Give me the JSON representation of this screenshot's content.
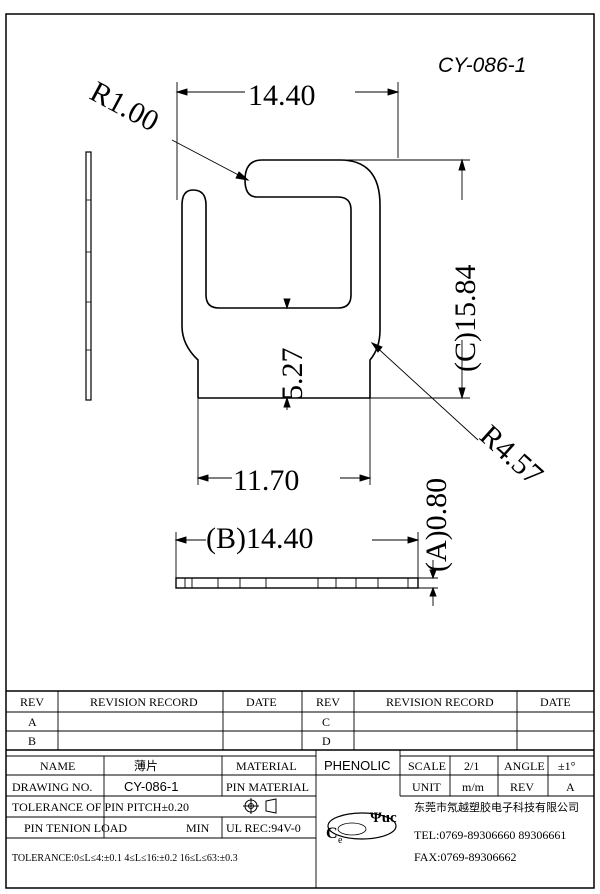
{
  "drawing": {
    "code": "CY-086-1",
    "dims": {
      "width_top": "14.40",
      "corner_radius": "R1.00",
      "height_c": "(C)15.84",
      "inner_height": "5.27",
      "neck_width": "11.70",
      "outer_radius": "R4.57",
      "thickness_a": "(A)0.80",
      "width_b": "(B)14.40"
    }
  },
  "revision_table": {
    "headers": {
      "rev": "REV",
      "record": "REVISION RECORD",
      "date": "DATE"
    },
    "rows": [
      "A",
      "B",
      "C",
      "D"
    ]
  },
  "title_block": {
    "name_label": "NAME",
    "name_value": "薄片",
    "material_label": "MATERIAL",
    "material_value": "PHENOLIC",
    "scale_label": "SCALE",
    "scale_value": "2/1",
    "angle_label": "ANGLE",
    "angle_value": "±1°",
    "drawing_no_label": "DRAWING NO.",
    "drawing_no_value": "CY-086-1",
    "pin_material_label": "PIN MATERIAL",
    "unit_label": "UNIT",
    "unit_value": "m/m",
    "rev_label": "REV",
    "rev_value": "A",
    "tol_pin_pitch": "TOLERANCE OF PIN PITCH±0.20",
    "pin_tension": "PIN TENION LOAD",
    "min_label": "MIN",
    "ul_rec": "UL REC:94V-0",
    "tolerance_line": "TOLERANCE:0≤L≤4:±0.1   4≤L≤16:±0.2   16≤L≤63:±0.3",
    "company": "东莞市氖越塑胶电子科技有限公司",
    "tel": "TEL:0769-89306660  89306661",
    "fax": "FAX:0769-89306662",
    "logo_letters": "Ψuc",
    "logo_c": "C",
    "logo_e": "e"
  }
}
